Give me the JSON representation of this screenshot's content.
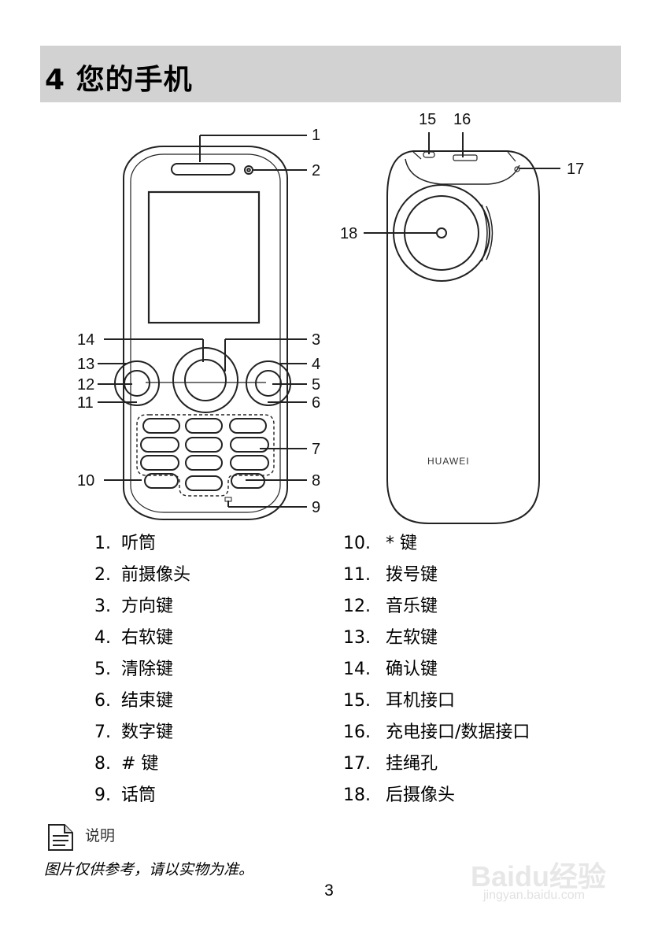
{
  "header": {
    "title": "4 您的手机"
  },
  "figure": {
    "callouts": [
      "1",
      "2",
      "3",
      "4",
      "5",
      "6",
      "7",
      "8",
      "9",
      "10",
      "11",
      "12",
      "13",
      "14",
      "15",
      "16",
      "17",
      "18"
    ],
    "brand": "HUAWEI"
  },
  "parts_left": [
    {
      "num": "1.",
      "label": "听筒"
    },
    {
      "num": "2.",
      "label": "前摄像头"
    },
    {
      "num": "3.",
      "label": "方向键"
    },
    {
      "num": "4.",
      "label": "右软键"
    },
    {
      "num": "5.",
      "label": "清除键"
    },
    {
      "num": "6.",
      "label": "结束键"
    },
    {
      "num": "7.",
      "label": "数字键"
    },
    {
      "num": "8.",
      "label": "# 键"
    },
    {
      "num": "9.",
      "label": "话筒"
    }
  ],
  "parts_right": [
    {
      "num": "10.",
      "label": "* 键"
    },
    {
      "num": "11.",
      "label": "拨号键"
    },
    {
      "num": "12.",
      "label": "音乐键"
    },
    {
      "num": "13.",
      "label": "左软键"
    },
    {
      "num": "14.",
      "label": "确认键"
    },
    {
      "num": "15.",
      "label": "耳机接口"
    },
    {
      "num": "16.",
      "label": "充电接口/数据接口"
    },
    {
      "num": "17.",
      "label": "挂绳孔"
    },
    {
      "num": "18.",
      "label": "后摄像头"
    }
  ],
  "note": {
    "label": "说明",
    "text": "图片仅供参考，请以实物为准。"
  },
  "page": {
    "number": "3"
  },
  "watermark": {
    "logo": "Baidu经验",
    "site": "jingyan.baidu.com"
  },
  "colors": {
    "header_bg": "#d2d2d2",
    "line": "#222222"
  }
}
